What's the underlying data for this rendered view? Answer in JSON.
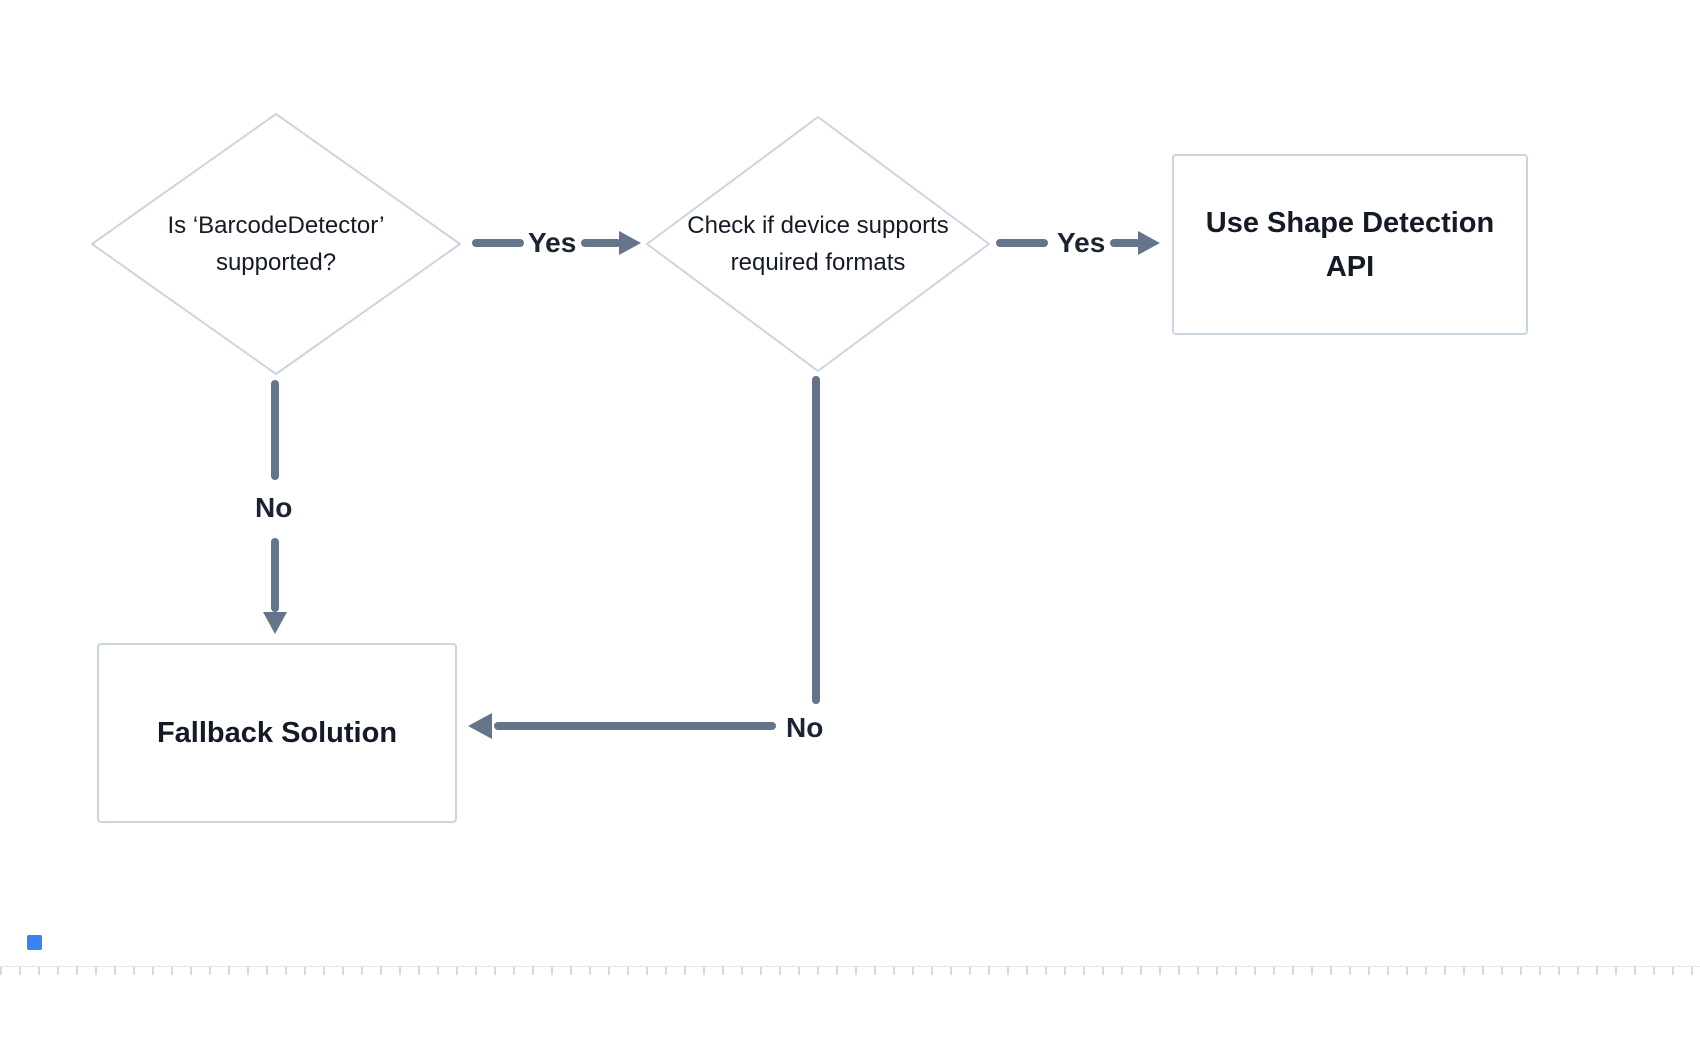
{
  "diagram": {
    "type": "flowchart",
    "nodes": {
      "decision1": {
        "lines": [
          "Is ‘BarcodeDetector’",
          "supported?"
        ]
      },
      "decision2": {
        "lines": [
          "Check if device supports",
          "required formats"
        ]
      },
      "result_api": {
        "lines": [
          "Use Shape Detection",
          "API"
        ]
      },
      "result_fallback": {
        "label": "Fallback Solution"
      }
    },
    "edge_labels": {
      "yes1": "Yes",
      "yes2": "Yes",
      "no1": "No",
      "no2": "No"
    },
    "edges": [
      {
        "from": "decision1",
        "to": "decision2",
        "label": "Yes"
      },
      {
        "from": "decision2",
        "to": "result_api",
        "label": "Yes"
      },
      {
        "from": "decision1",
        "to": "result_fallback",
        "label": "No"
      },
      {
        "from": "decision2",
        "to": "result_fallback",
        "label": "No"
      }
    ],
    "colors": {
      "background": "#ffffff",
      "node_border": "#cbd5e1",
      "arrow": "#64748b",
      "text": "#141b26",
      "accent_square": "#3b82f6"
    }
  }
}
